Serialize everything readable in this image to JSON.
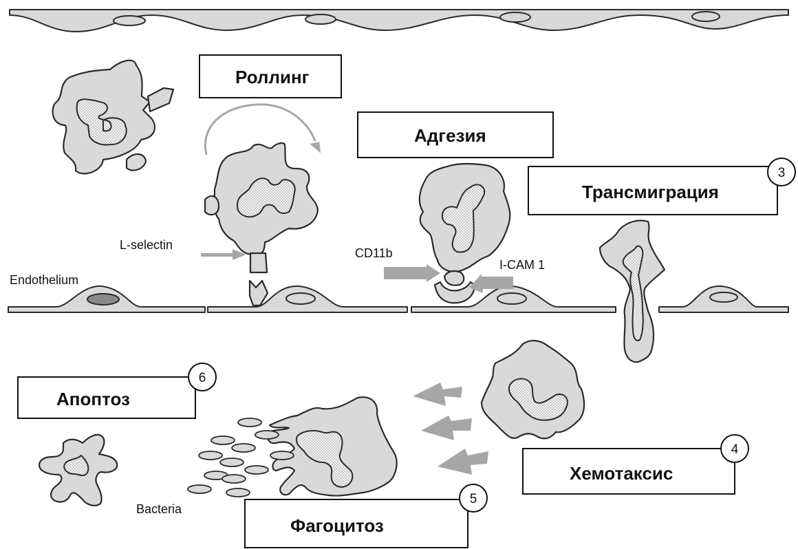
{
  "steps": [
    {
      "label": "Роллинг",
      "number": ""
    },
    {
      "label": "Адгезия",
      "number": ""
    },
    {
      "label": "Трансмиграция",
      "number": "3"
    },
    {
      "label": "Хемотаксис",
      "number": "4"
    },
    {
      "label": "Фагоцитоз",
      "number": "5"
    },
    {
      "label": "Апоптоз",
      "number": "6"
    }
  ],
  "labels": {
    "endothelium": "Endothelium",
    "l_selectin": "L-selectin",
    "cd11b": "CD11b",
    "icam": "I-CAM 1",
    "bacteria": "Bacteria"
  },
  "colors": {
    "cell_fill": "#d9d9d9",
    "outline": "#2a2a2a",
    "arrow_grey": "#a6a6a6"
  }
}
